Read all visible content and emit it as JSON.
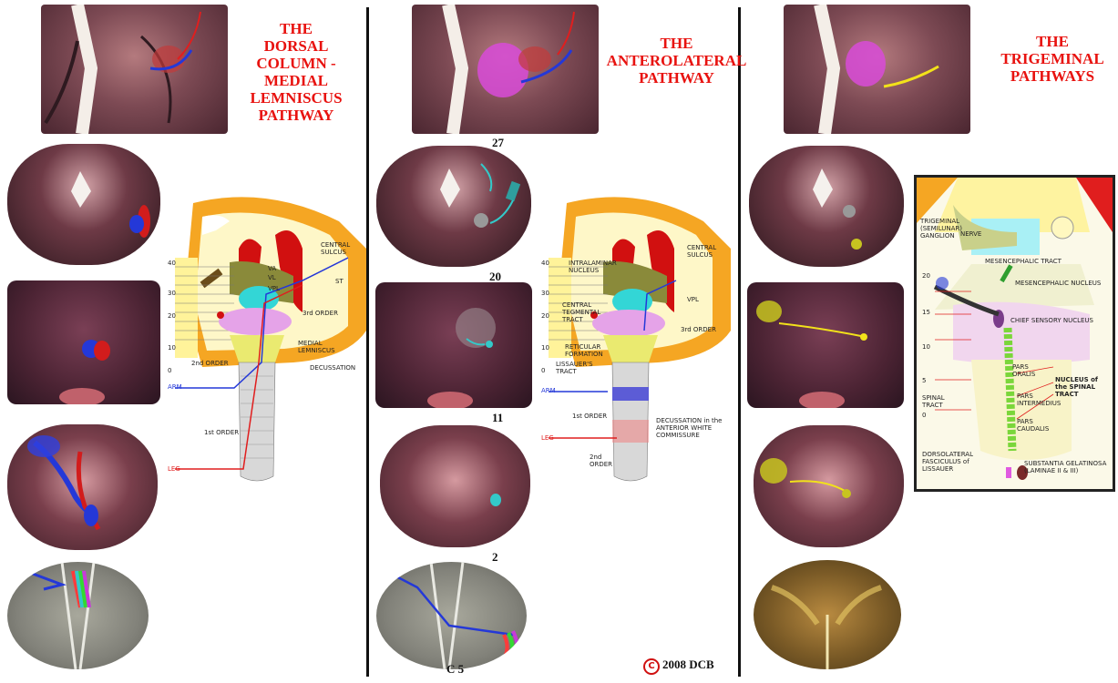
{
  "panels": [
    {
      "title_lines": [
        "THE",
        "DORSAL COLUMN -",
        "MEDIAL LEMNISCUS",
        "PATHWAY"
      ],
      "diagram_labels": {
        "central_sulcus": "CENTRAL SULCUS",
        "third_order": "3rd ORDER",
        "medial_lemniscus": "MEDIAL LEMNISCUS",
        "second_order": "2nd ORDER",
        "decussation": "DECUSSATION",
        "first_order": "1st ORDER",
        "arm": "ARM",
        "leg": "LEG",
        "vpl": "VPL",
        "va": "VA",
        "vl": "VL",
        "st": "ST",
        "ticks": [
          "40",
          "30",
          "20",
          "10",
          "0"
        ]
      }
    },
    {
      "title_lines": [
        "THE",
        "ANTEROLATERAL",
        "PATHWAY"
      ],
      "slice_numbers": [
        "27",
        "20",
        "11",
        "2",
        "C 5"
      ],
      "diagram_labels": {
        "intralaminar": "INTRALAMINAR NUCLEUS",
        "central_tegmental": "CENTRAL TEGMENTAL TRACT",
        "reticular": "RETICULAR FORMATION",
        "lissauer": "LISSAUER'S TRACT",
        "central_sulcus": "CENTRAL SULCUS",
        "vpl": "VPL",
        "third_order": "3rd ORDER",
        "decussation": "DECUSSATION in the ANTERIOR WHITE COMMISSURE",
        "first_order": "1st ORDER",
        "second_order": "2nd ORDER",
        "arm": "ARM",
        "leg": "LEG",
        "ticks": [
          "40",
          "30",
          "20",
          "10",
          "0"
        ]
      },
      "copyright": "2008  DCB",
      "copyright_symbol": "C"
    },
    {
      "title_lines": [
        "THE",
        "TRIGEMINAL",
        "PATHWAYS"
      ],
      "diagram_labels": {
        "trigeminal_ganglion": "TRIGEMINAL (SEMILUNAR) GANGLION",
        "nerve": "NERVE",
        "mesencephalic_tract": "MESENCEPHALIC TRACT",
        "mesencephalic_nucleus": "MESENCEPHALIC NUCLEUS",
        "chief_sensory": "CHIEF SENSORY NUCLEUS",
        "pars_oralis": "PARS ORALIS",
        "nucleus_spinal": "NUCLEUS of the SPINAL TRACT",
        "spinal_tract": "SPINAL TRACT",
        "pars_intermedius": "PARS INTERMEDIUS",
        "pars_caudalis": "PARS CAUDALIS",
        "dorsolateral": "DORSOLATERAL FASCICULUS of LISSAUER",
        "substantia": "SUBSTANTIA GELATINOSA (LAMINAE II & III)",
        "ticks": [
          "20",
          "15",
          "10",
          "5",
          "0"
        ]
      }
    }
  ],
  "colors": {
    "title": "#e8120f",
    "tissue": "#6b2f3a",
    "pathway_red": "#e01e1e",
    "pathway_blue": "#2438d8",
    "pathway_yellow": "#f2e21a",
    "pathway_cyan": "#33c9c9"
  }
}
